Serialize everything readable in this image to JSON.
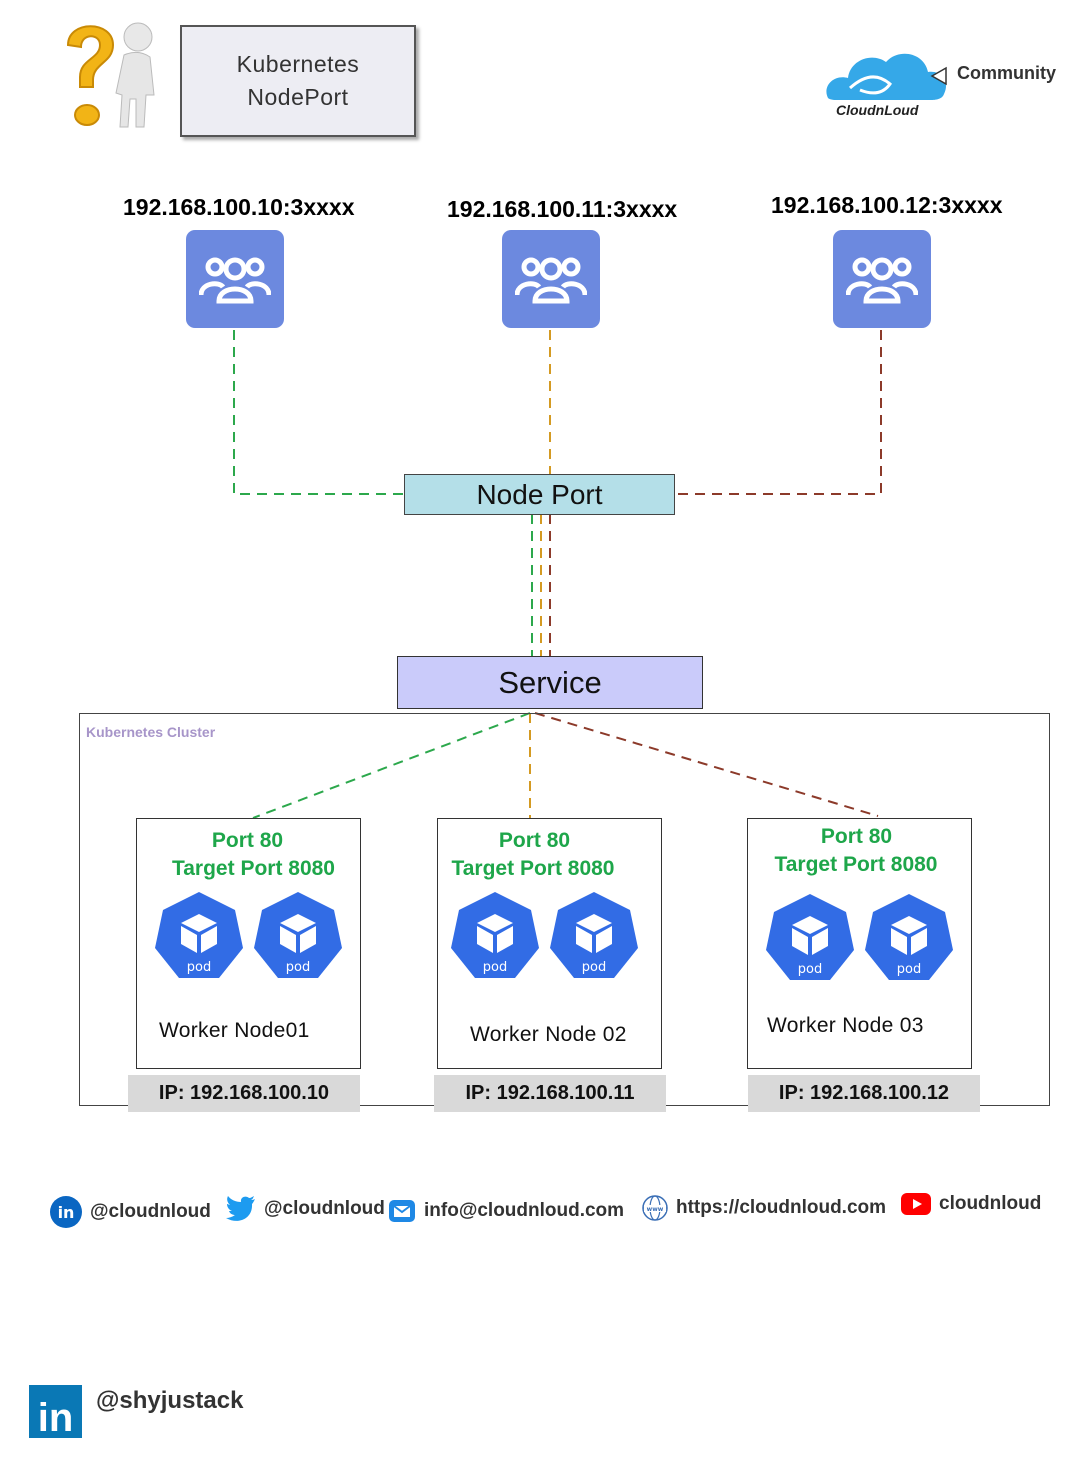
{
  "header": {
    "title_line1": "Kubernetes",
    "title_line2": "NodePort",
    "brand_community": "Community",
    "brand_name": "CloudnLoud"
  },
  "nodes": [
    {
      "address": "192.168.100.10:3xxxx",
      "worker_name": "Worker Node01",
      "ip": "IP: 192.168.100.10",
      "port": "Port 80",
      "target_port": "Target Port 8080",
      "pod_label": "pod",
      "line_color": "#2ca84c"
    },
    {
      "address": "192.168.100.11:3xxxx",
      "worker_name": "Worker Node 02",
      "ip": "IP: 192.168.100.11",
      "port": "Port 80",
      "target_port": "Target Port 8080",
      "pod_label": "pod",
      "line_color": "#d49a22"
    },
    {
      "address": "192.168.100.12:3xxxx",
      "worker_name": "Worker Node 03",
      "ip": "IP: 192.168.100.12",
      "port": "Port 80",
      "target_port": "Target Port 8080",
      "pod_label": "pod",
      "line_color": "#8c3a2a"
    }
  ],
  "nodeport_label": "Node Port",
  "service_label": "Service",
  "cluster_label": "Kubernetes Cluster",
  "footer": {
    "linkedin": "@cloudnloud",
    "twitter": "@cloudnloud",
    "email": "info@cloudnloud.com",
    "website": "https://cloudnloud.com",
    "youtube": "cloudnloud"
  },
  "author_handle": "@shyjustack",
  "icons": [
    "thinker-question-icon",
    "cloud-logo-icon",
    "user-group-icon",
    "pod-icon",
    "linkedin-icon",
    "twitter-icon",
    "email-icon",
    "globe-icon",
    "youtube-icon"
  ],
  "colors": {
    "tile_blue": "#6c89df",
    "pod_blue": "#326ce5",
    "port_green": "#1ea64a",
    "nodeport_fill": "#b4dfe8",
    "service_fill": "#cacbfa",
    "ip_fill": "#d9d9d9"
  }
}
